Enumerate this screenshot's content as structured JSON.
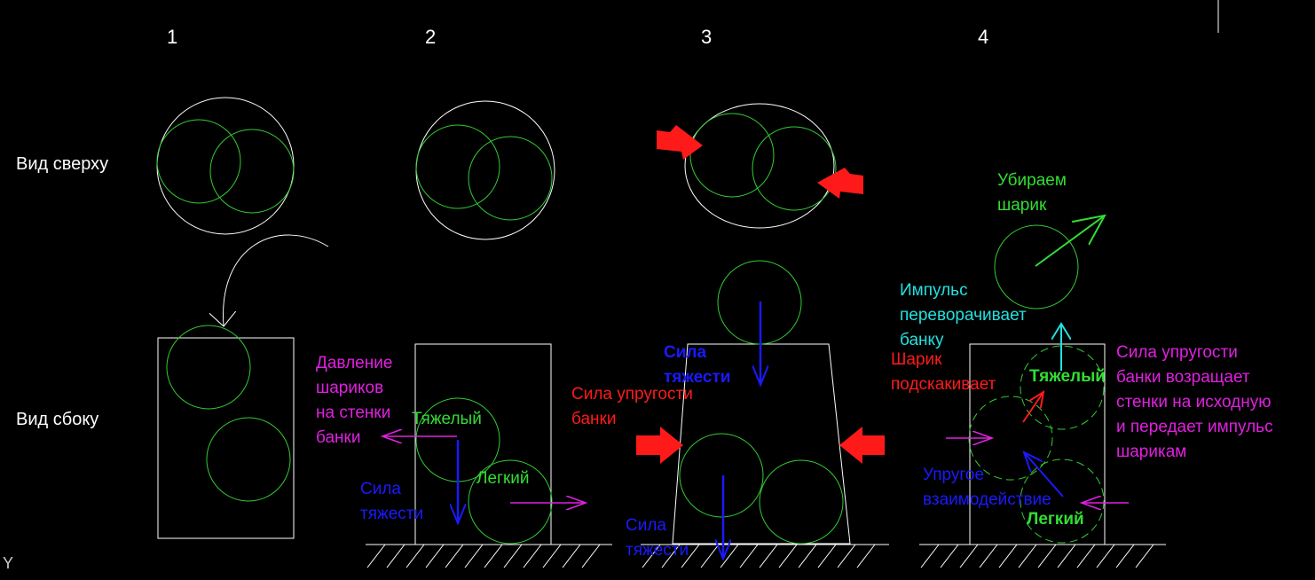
{
  "panels": {
    "p1": "1",
    "p2": "2",
    "p3": "3",
    "p4": "4"
  },
  "row_labels": {
    "top": "Вид сверху",
    "side": "Вид сбоку"
  },
  "annotations": {
    "pressure": [
      "Давление",
      "шариков",
      "на стенки",
      "банки"
    ],
    "heavy_2": "Тяжелый",
    "light_2": "Легкий",
    "gravity_2": [
      "Сила",
      "тяжести"
    ],
    "gravity_3_top": [
      "Сила",
      "тяжести"
    ],
    "gravity_3_bottom": [
      "Сила",
      "тяжести"
    ],
    "elastic_3": [
      "Сила упругости",
      "банки"
    ],
    "remove_ball": [
      "Убираем",
      "шарик"
    ],
    "impulse": [
      "Импульс",
      "переворачивает",
      "банку"
    ],
    "bounce": [
      "Шарик",
      "подскакивает"
    ],
    "heavy_4": "Тяжелый",
    "light_4": "Легкий",
    "elastic_interaction": [
      "Упругое",
      "взаимодействие"
    ],
    "elastic_4": [
      "Сила упругости",
      "банки возращает",
      "стенки на исходную",
      "и передает импульс",
      "шарикам"
    ],
    "axis_y": "Y"
  },
  "colors": {
    "background": "#000000",
    "outline": "#ffffff",
    "ball": "#33cc33",
    "magenta": "#e020e0",
    "blue": "#1a1aff",
    "red": "#ff1a1a",
    "green_text": "#33dd33",
    "cyan": "#22e0e0"
  }
}
